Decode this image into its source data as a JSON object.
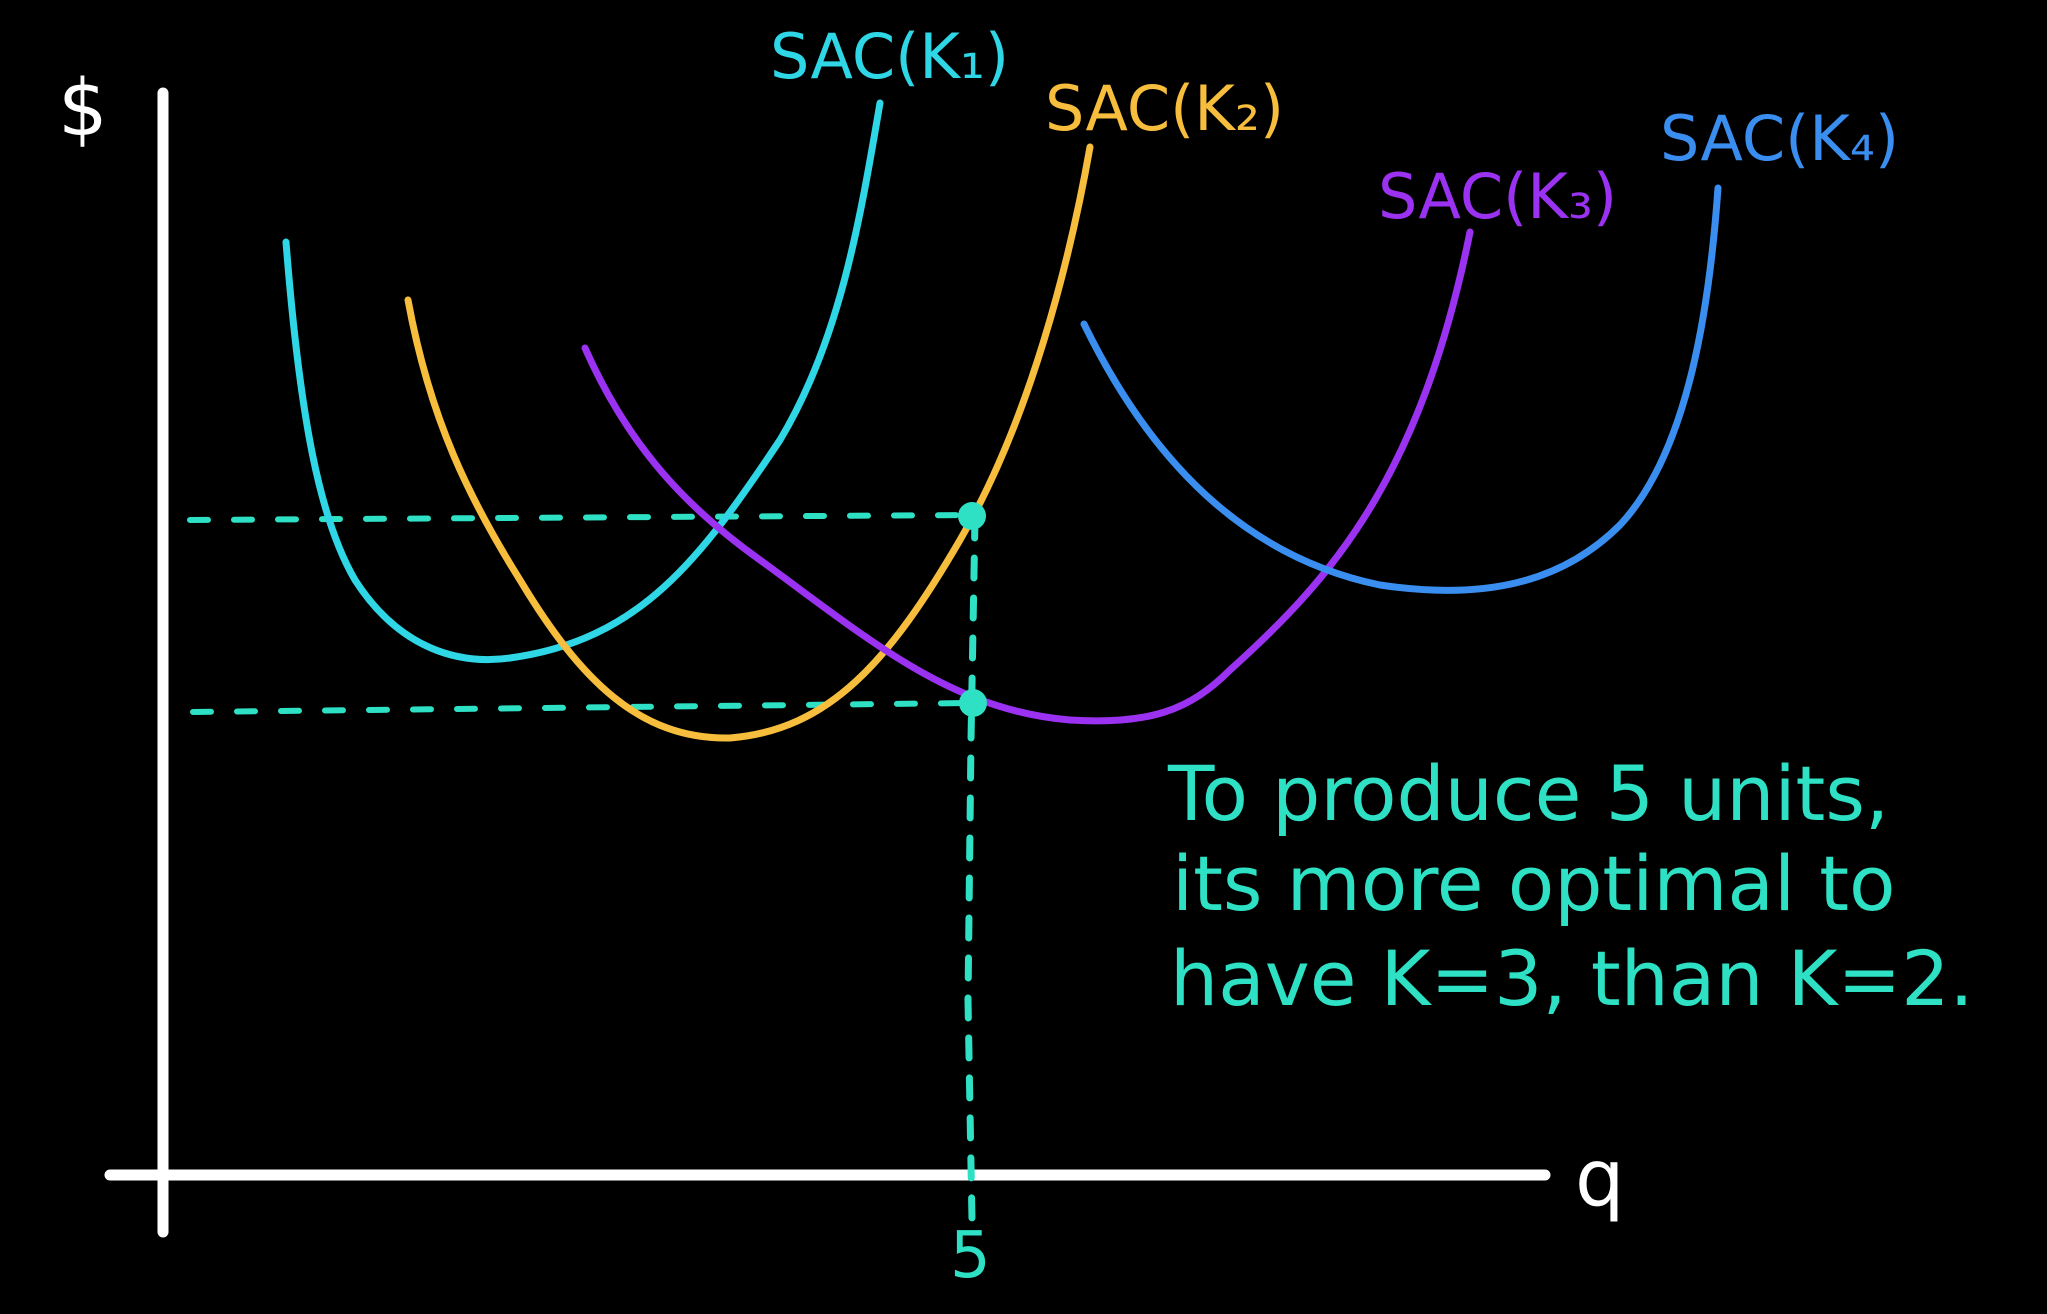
{
  "colors": {
    "background": "#000000",
    "axes": "#ffffff",
    "k1": "#2fd6e6",
    "k2": "#f7bd3c",
    "k3": "#9b32f2",
    "k4": "#3a8ef0",
    "guide": "#2ee0c4"
  },
  "axes": {
    "y_label": "$",
    "x_label": "q"
  },
  "curves": [
    {
      "key": "k1",
      "label": "SAC(K₁)"
    },
    {
      "key": "k2",
      "label": "SAC(K₂)"
    },
    {
      "key": "k3",
      "label": "SAC(K₃)"
    },
    {
      "key": "k4",
      "label": "SAC(K₄)"
    }
  ],
  "marker": {
    "q_label": "5"
  },
  "note": {
    "lines": [
      "To produce 5 units,",
      "its more optimal to",
      "have K=3, than K=2."
    ]
  }
}
